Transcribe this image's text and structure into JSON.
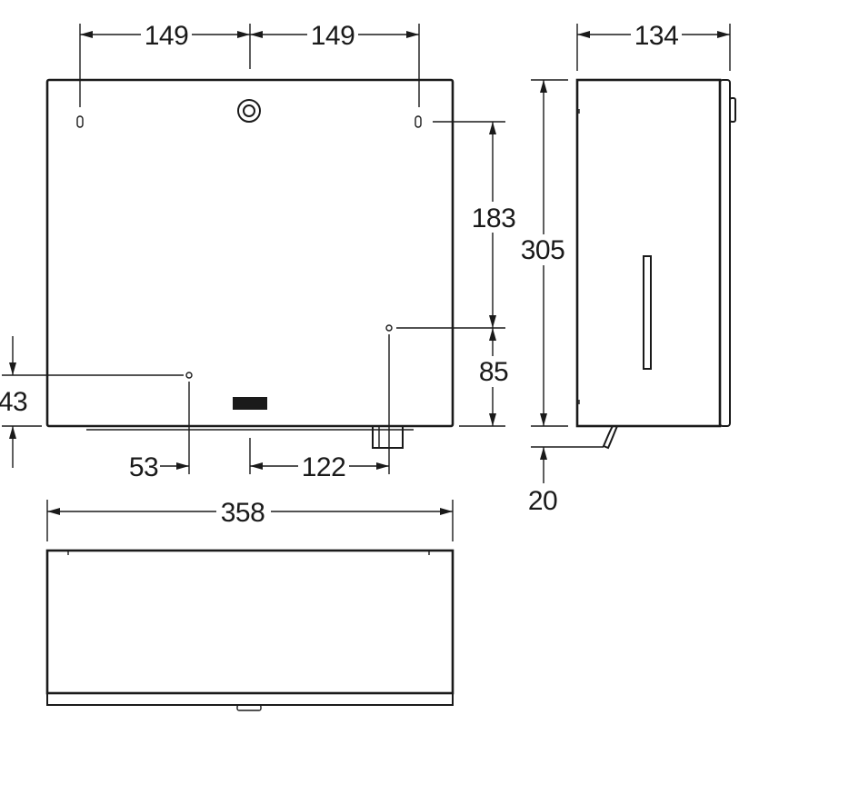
{
  "dimensions": {
    "hole_spacing_left": "149",
    "hole_spacing_right": "149",
    "depth": "134",
    "hole_vertical_spacing": "183",
    "height": "305",
    "lower_hole_height": "85",
    "left_hole_height": "43",
    "left_hole_offset": "53",
    "center_to_hole": "122",
    "width": "358",
    "bottom_projection": "20"
  }
}
